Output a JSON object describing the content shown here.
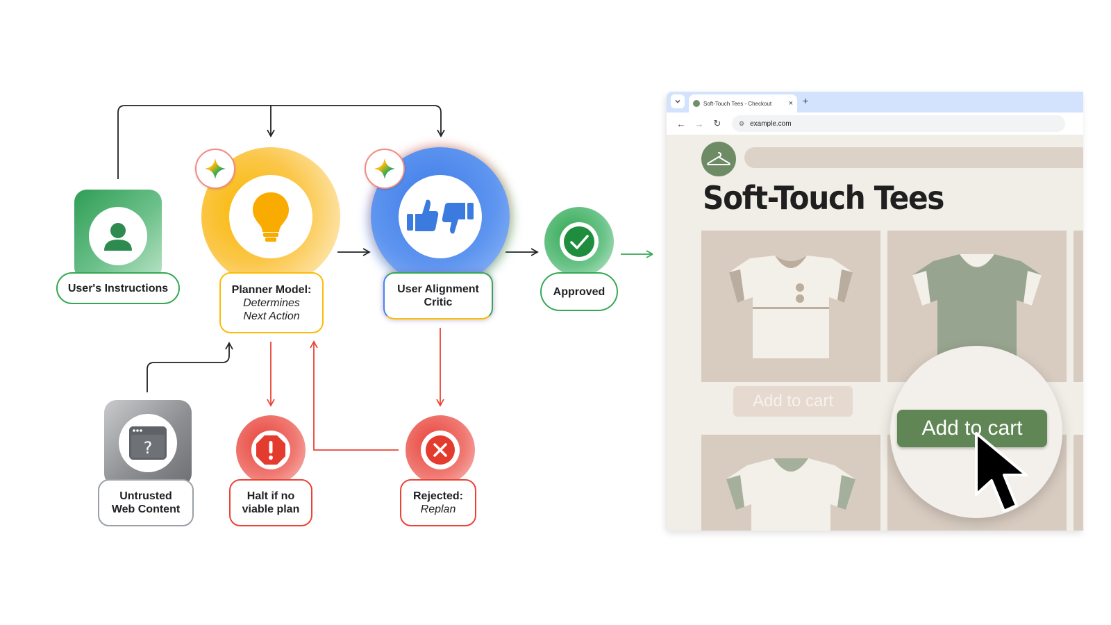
{
  "diagram": {
    "users_instructions": "User's Instructions",
    "planner": {
      "title": "Planner Model:",
      "line1": "Determines",
      "line2": "Next Action"
    },
    "critic": {
      "line1": "User Alignment",
      "line2": "Critic"
    },
    "approved": "Approved",
    "untrusted": {
      "line1": "Untrusted",
      "line2": "Web Content"
    },
    "halt": {
      "line1": "Halt if no",
      "line2": "viable plan"
    },
    "rejected": {
      "title": "Rejected:",
      "sub": "Replan"
    }
  },
  "browser": {
    "tab_title": "Soft-Touch Tees - Checkout",
    "tab_close": "×",
    "new_tab": "+",
    "url": "example.com",
    "store_title": "Soft-Touch Tees",
    "ghost_button": "Add to cart",
    "add_to_cart": "Add to cart"
  },
  "colors": {
    "green": "#34a853",
    "yellow": "#fbbc04",
    "blue": "#4285f4",
    "red": "#ea4335",
    "grey": "#9aa0a6",
    "store_green": "#5f8654"
  }
}
